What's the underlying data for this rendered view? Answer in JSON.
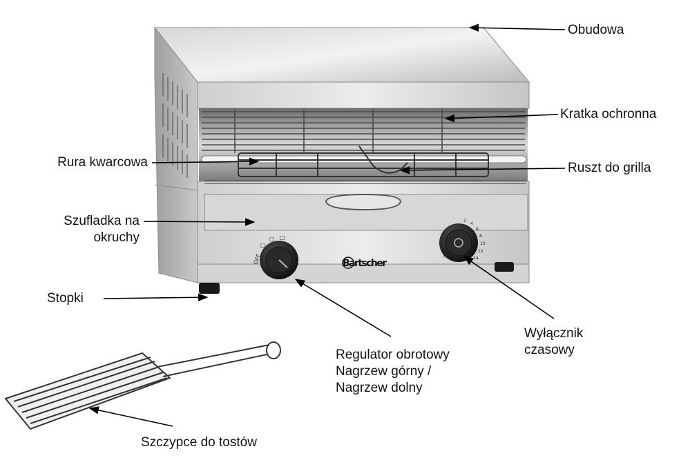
{
  "brand": {
    "name": "Bartscher"
  },
  "knobs": {
    "left_marks": [
      "OFF",
      "□",
      "□",
      "□"
    ],
    "right_marks": [
      "2",
      "4",
      "6",
      "8",
      "10",
      "12",
      "14",
      "min"
    ]
  },
  "labels": {
    "housing": "Obudowa",
    "protective_grid": "Kratka ochronna",
    "quartz_tube": "Rura kwarcowa",
    "grill_rack": "Ruszt do grilla",
    "crumb_tray": [
      "Szufladka na",
      "okruchy"
    ],
    "feet": "Stopki",
    "rotary_regulator": [
      "Regulator obrotowy",
      "Nagrzew górny /",
      "Nagrzew dolny"
    ],
    "timer_switch": [
      "Wyłącznik",
      "czasowy"
    ],
    "toast_tongs": "Szczypce do tostów"
  },
  "colors": {
    "steel_light": "#e4e4e4",
    "steel_mid": "#bdbdbd",
    "steel_dark": "#8c8c8c",
    "knob": "#1a1a1a",
    "line": "#000000"
  }
}
